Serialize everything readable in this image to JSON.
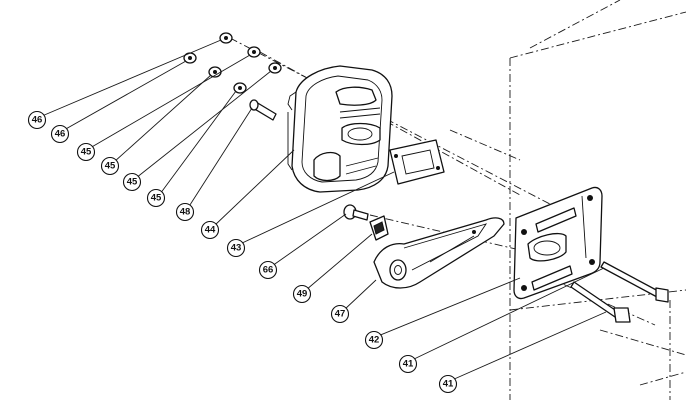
{
  "callouts": [
    {
      "id": "c1",
      "label": "46"
    },
    {
      "id": "c2",
      "label": "46"
    },
    {
      "id": "c3",
      "label": "45"
    },
    {
      "id": "c4",
      "label": "45"
    },
    {
      "id": "c5",
      "label": "45"
    },
    {
      "id": "c6",
      "label": "45"
    },
    {
      "id": "c7",
      "label": "48"
    },
    {
      "id": "c8",
      "label": "44"
    },
    {
      "id": "c9",
      "label": "43"
    },
    {
      "id": "c10",
      "label": "66"
    },
    {
      "id": "c11",
      "label": "49"
    },
    {
      "id": "c12",
      "label": "47"
    },
    {
      "id": "c13",
      "label": "42"
    },
    {
      "id": "c14",
      "label": "41"
    },
    {
      "id": "c15",
      "label": "41"
    }
  ]
}
